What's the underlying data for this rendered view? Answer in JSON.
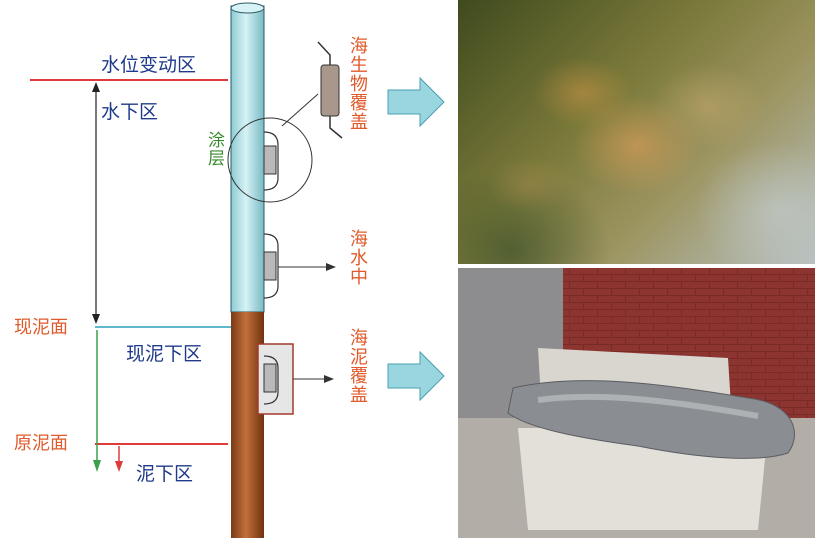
{
  "zones": {
    "splash_zone": "水位变动区",
    "underwater_zone": "水下区",
    "mudline_zone": "现泥下区",
    "below_mud_zone": "泥下区"
  },
  "levels": {
    "current_mudline": "现泥面",
    "original_mudline": "原泥面"
  },
  "coating_label": "涂层",
  "specimens": {
    "biofouling": "海生物覆盖",
    "seawater": "海水中",
    "mud_covered": "海泥覆盖"
  },
  "colors": {
    "pile_upper": "#aee0e6",
    "pile_lower": "#a3552a",
    "waterline": "#e03a3a",
    "mudline": "#7ac6d6",
    "arrow": "#9ad6e0"
  }
}
